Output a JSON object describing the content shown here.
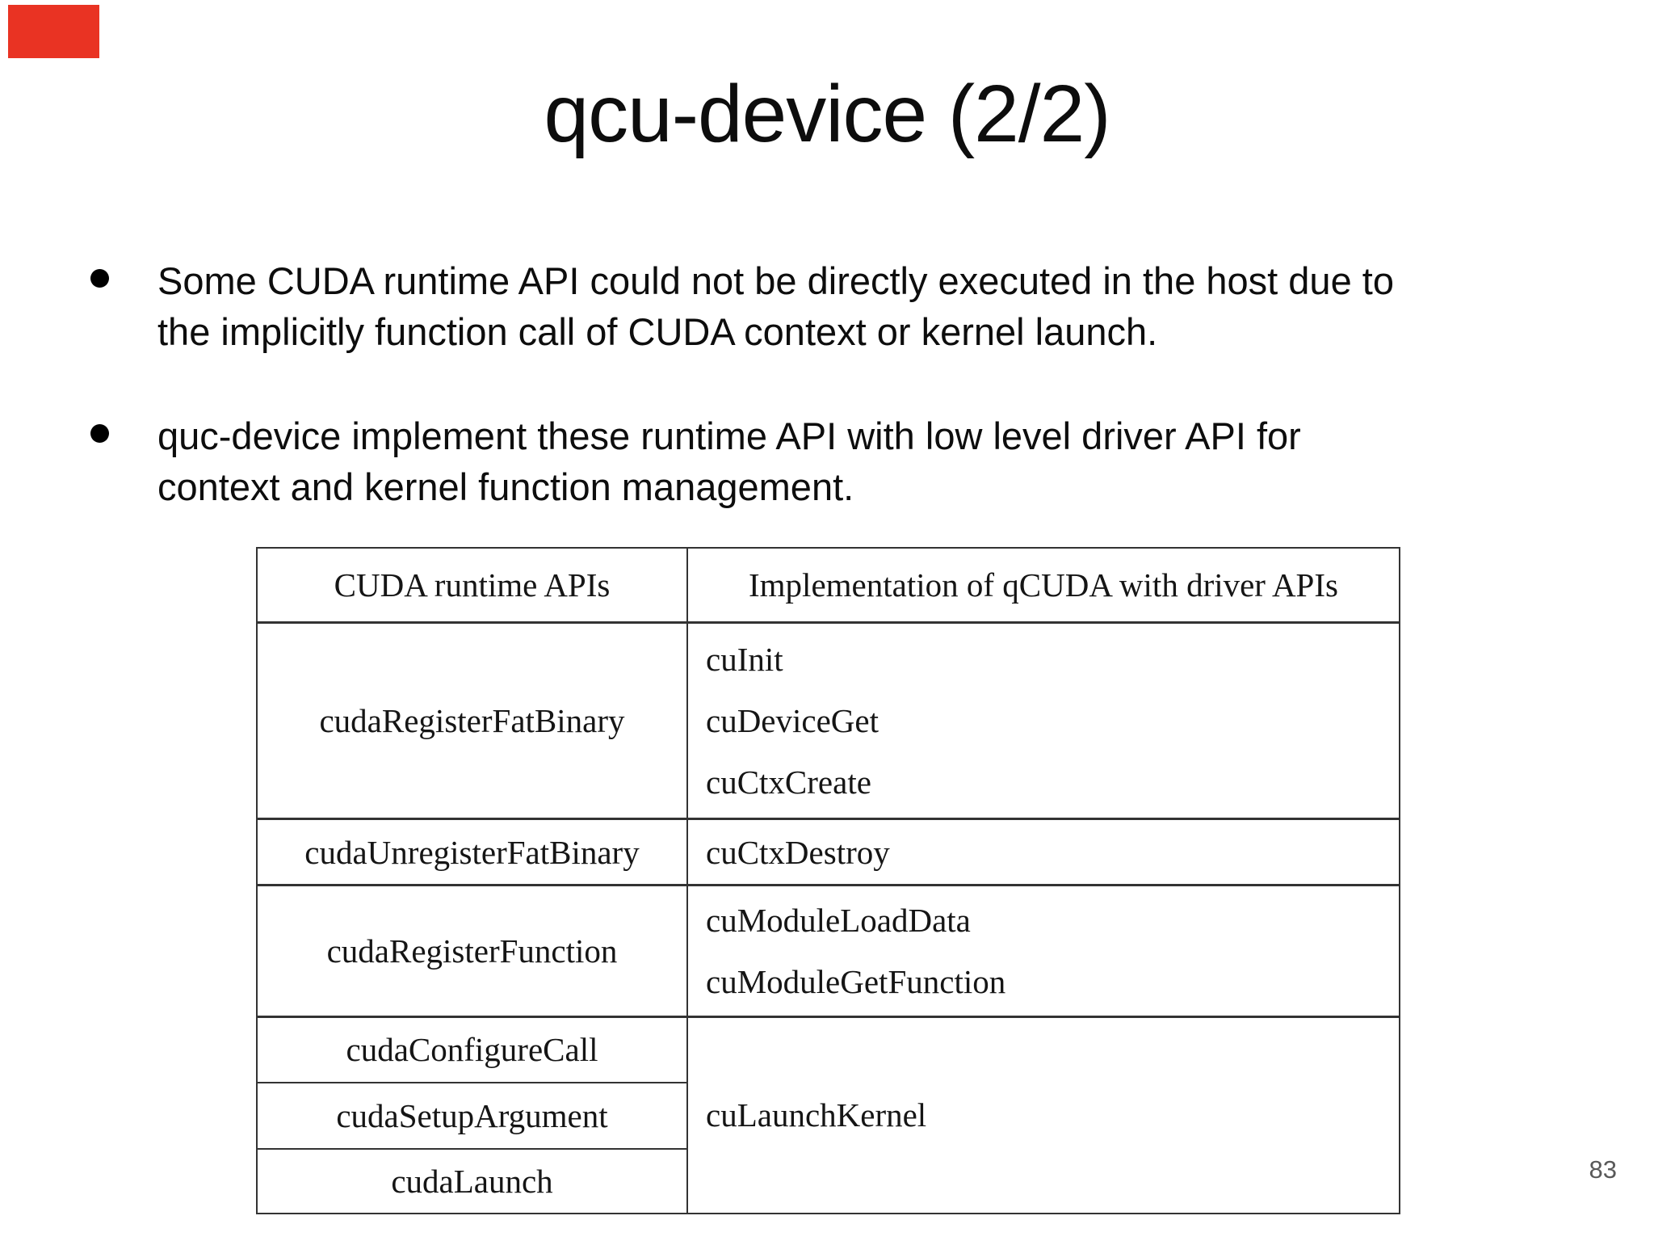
{
  "slide": {
    "title": "qcu-device (2/2)",
    "page_number": "83",
    "bullets": [
      {
        "lines": [
          "Some CUDA runtime API could not be directly executed in the host due to",
          "the implicitly function call of CUDA context or kernel launch."
        ]
      },
      {
        "lines": [
          "quc-device implement these runtime API with low level driver API for",
          "context and kernel function management."
        ]
      }
    ],
    "table": {
      "headers": [
        "CUDA runtime APIs",
        "Implementation of qCUDA with driver APIs"
      ],
      "rows": [
        {
          "runtime": "cudaRegisterFatBinary",
          "driver": [
            "cuInit",
            "cuDeviceGet",
            "cuCtxCreate"
          ]
        },
        {
          "runtime": "cudaUnregisterFatBinary",
          "driver": [
            "cuCtxDestroy"
          ]
        },
        {
          "runtime": "cudaRegisterFunction",
          "driver": [
            "cuModuleLoadData",
            "cuModuleGetFunction"
          ]
        },
        {
          "runtime_group": [
            "cudaConfigureCall",
            "cudaSetupArgument",
            "cudaLaunch"
          ],
          "driver": [
            "cuLaunchKernel"
          ]
        }
      ]
    },
    "colors": {
      "rec_marker": "#e93323",
      "page_number_text": "#595959",
      "table_border": "#333333",
      "body_text": "#111111"
    }
  }
}
